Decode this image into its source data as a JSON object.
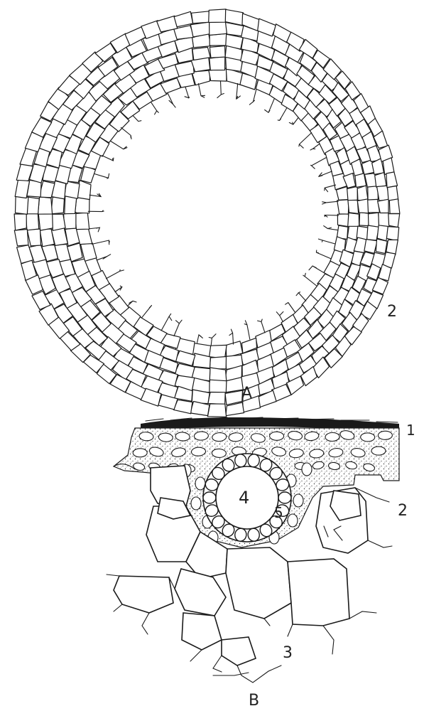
{
  "figure": {
    "panel_a": {
      "label": "A",
      "callouts": [
        "2"
      ]
    },
    "panel_b": {
      "label": "B",
      "callouts": [
        "1",
        "2",
        "3",
        "4",
        "5"
      ]
    }
  },
  "colors": {
    "ink": "#1a1a1a",
    "paper": "#ffffff"
  }
}
